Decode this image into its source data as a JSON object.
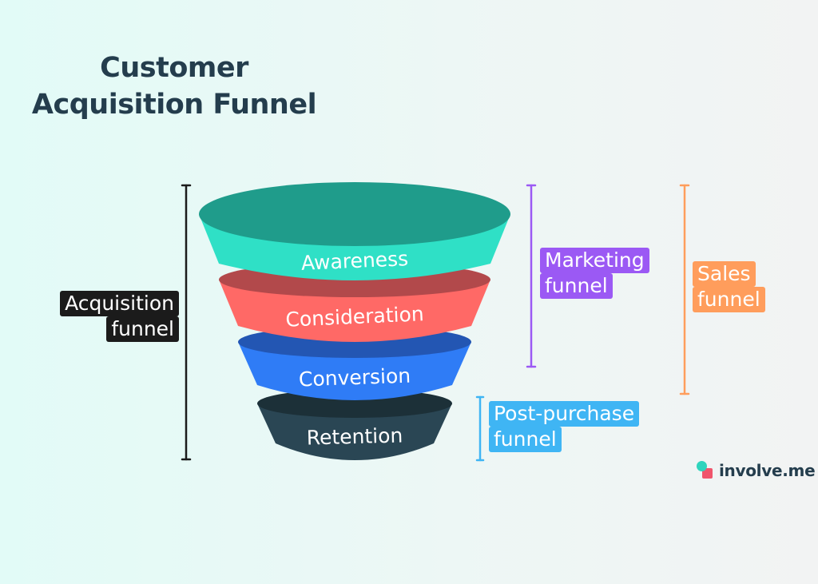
{
  "title": {
    "line1": "Customer",
    "line2": "Acquisition Funnel"
  },
  "stages": [
    {
      "label": "Awareness",
      "color": "#2fe0c6",
      "top_color": "#1f9c8b"
    },
    {
      "label": "Consideration",
      "color": "#ff6966",
      "top_color": "#b2494b"
    },
    {
      "label": "Conversion",
      "color": "#2f7cf6",
      "top_color": "#2356b3"
    },
    {
      "label": "Retention",
      "color": "#2a4654",
      "top_color": "#1c3038"
    }
  ],
  "brackets": {
    "acquisition": {
      "line1": "Acquisition",
      "line2": "funnel",
      "color": "#1b1b1b"
    },
    "marketing": {
      "line1": "Marketing",
      "line2": "funnel",
      "color": "#9b59f4"
    },
    "sales": {
      "line1": "Sales",
      "line2": "funnel",
      "color": "#ff9d5c"
    },
    "post_purchase": {
      "line1": "Post-purchase",
      "line2": "funnel",
      "color": "#3fb5f4"
    }
  },
  "logo": {
    "text": "involve.me",
    "icon": "involve-me-logo-icon"
  }
}
